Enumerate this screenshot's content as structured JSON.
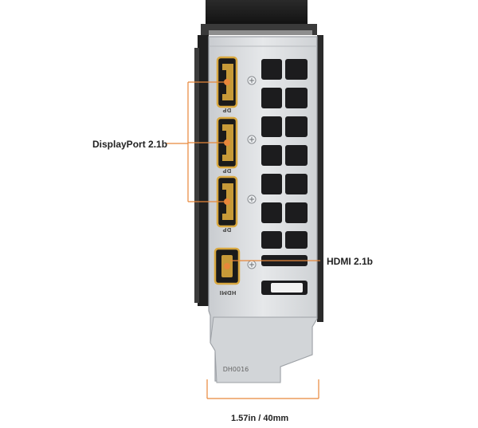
{
  "callouts": {
    "displayport": "DisplayPort 2.1b",
    "hdmi": "HDMI 2.1b",
    "width": "1.57in / 40mm"
  },
  "bracket": {
    "port_labels": [
      "DP",
      "DP",
      "DP",
      "HDMI"
    ],
    "engraving": "DH0016"
  },
  "colors": {
    "accent": "#e8873a",
    "port_gold": "#d9a840",
    "bracket_silver": "#d7d9dc",
    "vent_dark": "#1c1c1e",
    "shroud": "#1a1a1a"
  }
}
